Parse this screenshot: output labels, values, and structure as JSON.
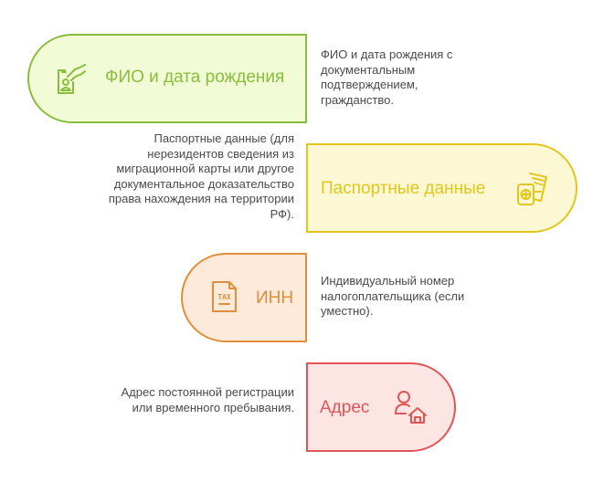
{
  "colors": {
    "green": {
      "fill": "#f1fcd6",
      "stroke": "#8bbd3c",
      "text": "#8bbd3c"
    },
    "yellow": {
      "fill": "#fdf8d4",
      "stroke": "#e2c619",
      "text": "#e2c619"
    },
    "orange": {
      "fill": "#fdeadb",
      "stroke": "#e18e3a",
      "text": "#e18e3a"
    },
    "red": {
      "fill": "#fde5e3",
      "stroke": "#e05555",
      "text": "#e05555"
    },
    "description_text": "#4a4a4a"
  },
  "steps": [
    {
      "label": "ФИО и дата рождения",
      "icon": "id-card-hand-icon",
      "description": "ФИО и дата рождения с документальным подтверждением, гражданство."
    },
    {
      "label": "Паспортные данные",
      "icon": "passport-ticket-icon",
      "description": "Паспортные данные (для нерезидентов сведения из миграционной карты или другое документальное доказательство права нахождения на территории РФ)."
    },
    {
      "label": "ИНН",
      "icon": "tax-document-icon",
      "icon_text": "TAX",
      "description": "Индивидуальный номер налогоплательщика (если уместно)."
    },
    {
      "label": "Адрес",
      "icon": "person-home-icon",
      "description": "Адрес постоянной регистрации или временного пребывания."
    }
  ]
}
